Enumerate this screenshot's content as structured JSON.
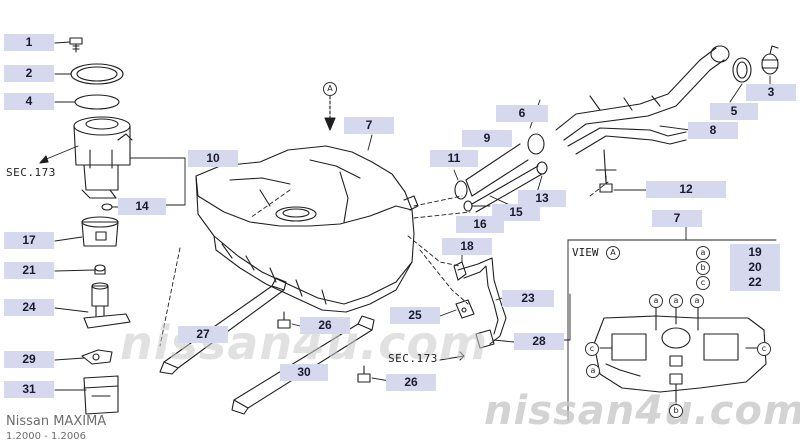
{
  "callouts": {
    "c1": "1",
    "c2": "2",
    "c3": "3",
    "c4": "4",
    "c5": "5",
    "c6": "6",
    "c7a": "7",
    "c7b": "7",
    "c8": "8",
    "c9": "9",
    "c10": "10",
    "c11": "11",
    "c12": "12",
    "c13": "13",
    "c14": "14",
    "c15": "15",
    "c16": "16",
    "c17": "17",
    "c18": "18",
    "c19": "19",
    "c20": "20",
    "c21": "21",
    "c22": "22",
    "c23": "23",
    "c24": "24",
    "c25": "25",
    "c26a": "26",
    "c26b": "26",
    "c27": "27",
    "c28": "28",
    "c29": "29",
    "c30": "30",
    "c31": "31"
  },
  "section_refs": {
    "left": "SEC.173",
    "bottom": "SEC.173"
  },
  "view_label": "VIEW",
  "view_marker": "A",
  "view_letters": {
    "a": "a",
    "b": "b",
    "c": "c"
  },
  "watermark": {
    "center": "nissan4u.com",
    "bottom": "nissan4u.com"
  },
  "footer": {
    "model": "Nissan MAXIMA",
    "years": "1.2000 - 1.2006"
  }
}
